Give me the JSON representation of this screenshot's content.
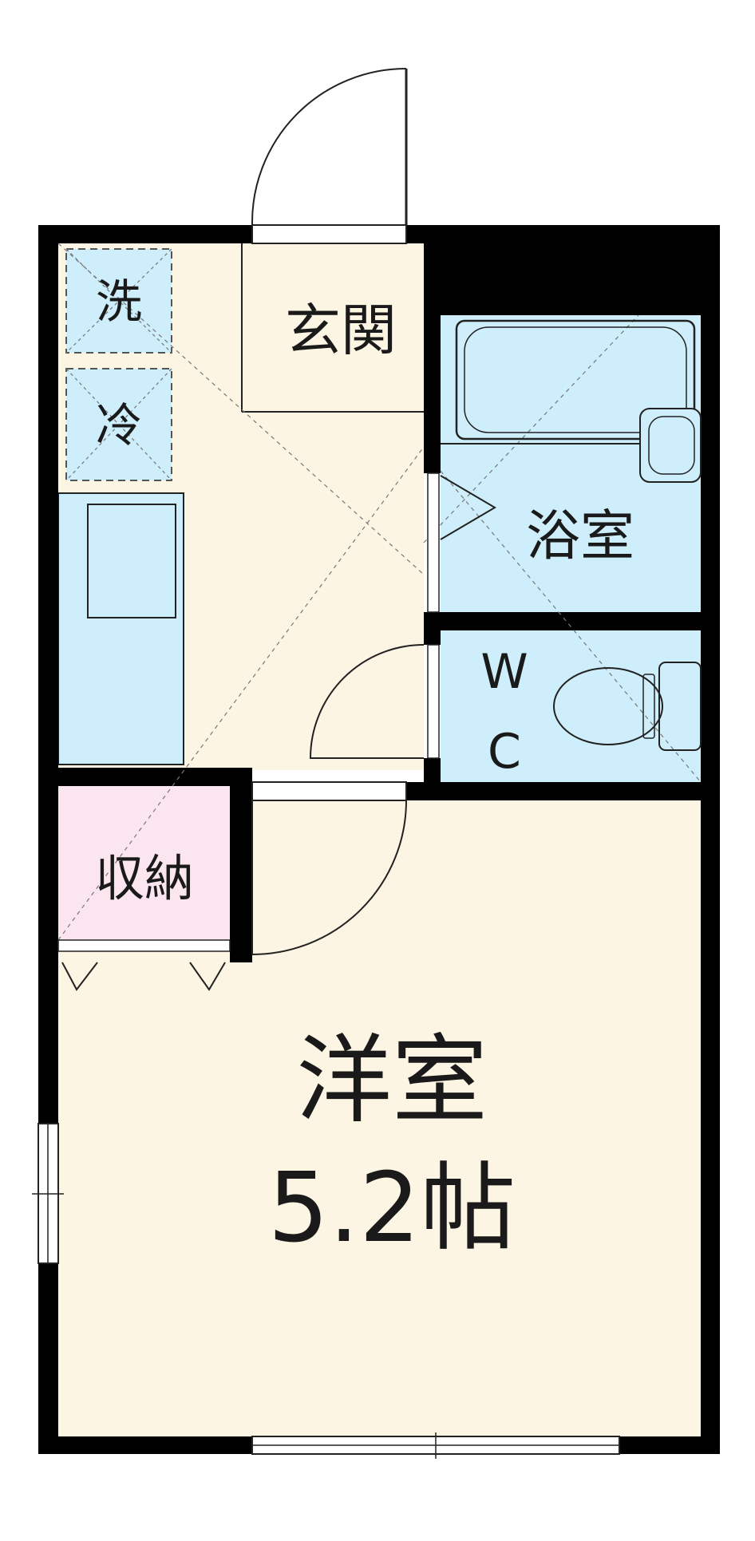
{
  "rooms": {
    "entrance": "玄関",
    "washer": "洗",
    "fridge": "冷",
    "bath": "浴室",
    "wc_top": "W",
    "wc_bottom": "C",
    "storage": "収納",
    "western_room": "洋室",
    "western_room_size": "5.2帖"
  },
  "colors": {
    "wall": "#000000",
    "floor": "#fdf5e4",
    "wet_area": "#cdeefa",
    "storage": "#fbe6ef",
    "outline": "#222222"
  }
}
